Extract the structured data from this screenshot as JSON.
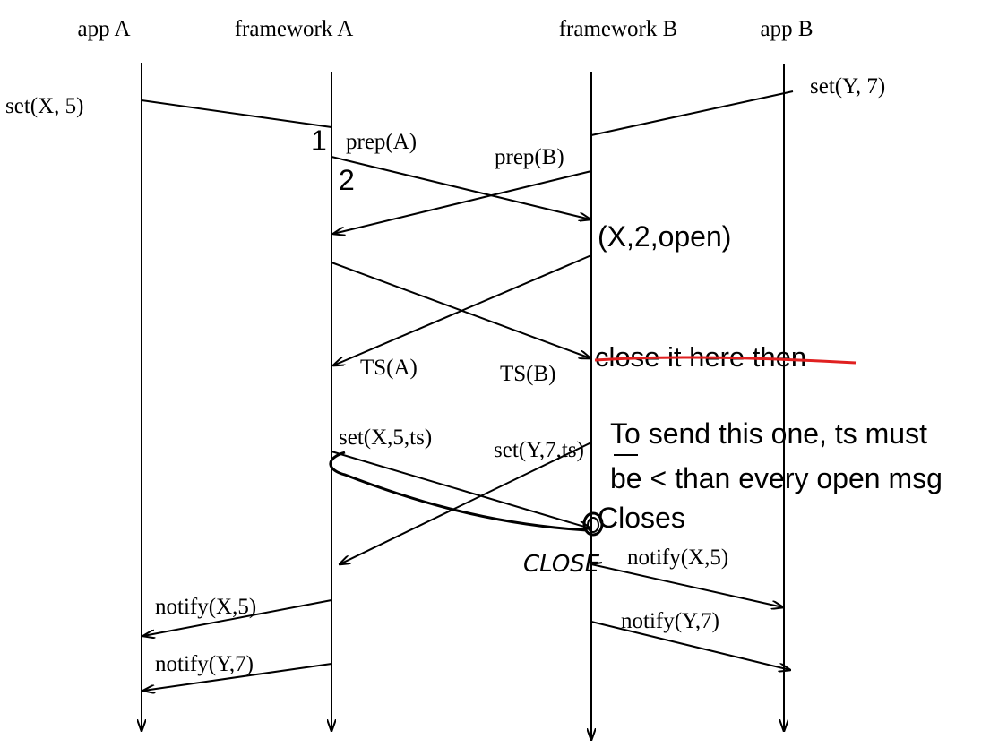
{
  "participants": [
    {
      "id": "appA",
      "label": "app A"
    },
    {
      "id": "fwA",
      "label": "framework A"
    },
    {
      "id": "fwB",
      "label": "framework B"
    },
    {
      "id": "appB",
      "label": "app B"
    }
  ],
  "messages": {
    "setX": "set(X, 5)",
    "setY": "set(Y, 7)",
    "prepA": "prep(A)",
    "prepB": "prep(B)",
    "tsA": "TS(A)",
    "tsB": "TS(B)",
    "setXts": "set(X,5,ts)",
    "setYts": "set(Y,7,ts)",
    "notifyX_B": "notify(X,5)",
    "notifyY_B": "notify(Y,7)",
    "notifyX_A": "notify(X,5)",
    "notifyY_A": "notify(Y,7)"
  },
  "annotations": {
    "step1": "1",
    "step2": "2",
    "openMsg": "(X,2,open)",
    "closeHere": "close it here then",
    "tsRuleLine1": "To send this one, ts must",
    "tsRuleLine2": "be < than every open msg",
    "closes": "Closes",
    "closeScribble": "CLOSE"
  },
  "colors": {
    "ink": "#000000",
    "strike": "#e02020",
    "background": "#ffffff"
  }
}
